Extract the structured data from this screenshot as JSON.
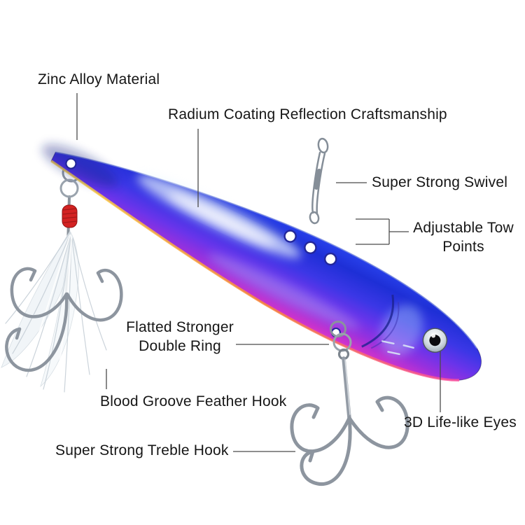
{
  "title": "Metal VIB fishing lure annotated product diagram",
  "labels": {
    "zinc": "Zinc Alloy Material",
    "radium": "Radium Coating Reflection Craftsmanship",
    "swivel": "Super Strong Swivel",
    "tow1": "Adjustable Tow",
    "tow2": "Points",
    "ring1": "Flatted Stronger",
    "ring2": "Double Ring",
    "feather": "Blood Groove Feather Hook",
    "treble": "Super Strong Treble Hook",
    "eyes": "3D Life-like Eyes"
  },
  "colors": {
    "background": "#ffffff",
    "text": "#161616",
    "leader_line": "#4a4a4a",
    "body_blue": "#2336dd",
    "body_purple": "#7a2fe0",
    "body_magenta": "#e040c8",
    "belly_rainbow": "#ff9a2a",
    "hook_metal": "#8d959f",
    "thread_red": "#d32222",
    "eye_pupil": "#0b0b0f",
    "eye_silver": "#e6edf2",
    "feather_white": "#f3f7f9"
  }
}
